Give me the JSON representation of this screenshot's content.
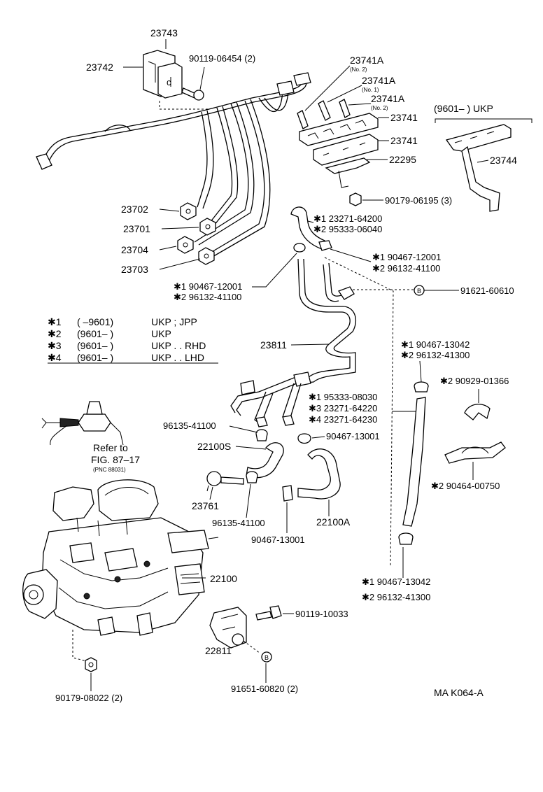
{
  "labels": {
    "l23743": "23743",
    "l23742": "23742",
    "l90119_06454": "90119-06454 (2)",
    "l23741a_no2_top": "23741A",
    "n_no2_top": "(No. 2)",
    "l23741a_no1": "23741A",
    "n_no1": "(No. 1)",
    "l23741a_no2_b": "23741A",
    "n_no2_b": "(No. 2)",
    "l23741_a": "23741",
    "l23741_b": "23741",
    "l22295": "22295",
    "l9601_ukp": "(9601–         ) UKP",
    "l23744": "23744",
    "l90179_06195": "90179-06195 (3)",
    "l23702": "23702",
    "l23701": "23701",
    "l23704": "23704",
    "l23703": "23703",
    "l1_23271_64200": "✱1 23271-64200",
    "l2_95333_06040": "✱2 95333-06040",
    "l1_90467_12001_r": "✱1 90467-12001",
    "l2_96132_41100_r": "✱2 96132-41100",
    "l1_90467_12001_l": "✱1 90467-12001",
    "l2_96132_41100_l": "✱2 96132-41100",
    "l91621_60610": "91621-60610",
    "l23811": "23811",
    "l1_90467_13042_t": "✱1 90467-13042",
    "l2_96132_41300_t": "✱2 96132-41300",
    "l2_90929_01366": "✱2 90929-01366",
    "l1_95333_08030": "✱1 95333-08030",
    "l3_23271_64220": "✱3 23271-64220",
    "l4_23271_64230": "✱4 23271-64230",
    "l96135_41100_t": "96135-41100",
    "l90467_13001_r": "90467-13001",
    "l22100s": "22100S",
    "l2_90464_00750": "✱2 90464-00750",
    "l23761": "23761",
    "l96135_41100_b": "96135-41100",
    "l22100a": "22100A",
    "l90467_13001_b": "90467-13001",
    "l22100": "22100",
    "l1_90467_13042_b": "✱1 90467-13042",
    "l2_96132_41300_b": "✱2 96132-41300",
    "l90119_10033": "90119-10033",
    "l22811": "22811",
    "l91651_60820": "91651-60820 (2)",
    "l90179_08022": "90179-08022 (2)",
    "refer_line1": "Refer to",
    "refer_line2": "FIG. 87–17",
    "refer_line3": "(PNC 88031)",
    "b_marker_1": "B",
    "b_marker_2": "B",
    "drawing_code": "MA K064-A"
  },
  "legend": [
    {
      "mark": "✱1",
      "range": "(       –9601)",
      "desc": "UKP ; JPP"
    },
    {
      "mark": "✱2",
      "range": "(9601–        )",
      "desc": "UKP"
    },
    {
      "mark": "✱3",
      "range": "(9601–        )",
      "desc": "UKP . . RHD"
    },
    {
      "mark": "✱4",
      "range": "(9601–        )",
      "desc": "UKP . . LHD"
    }
  ]
}
